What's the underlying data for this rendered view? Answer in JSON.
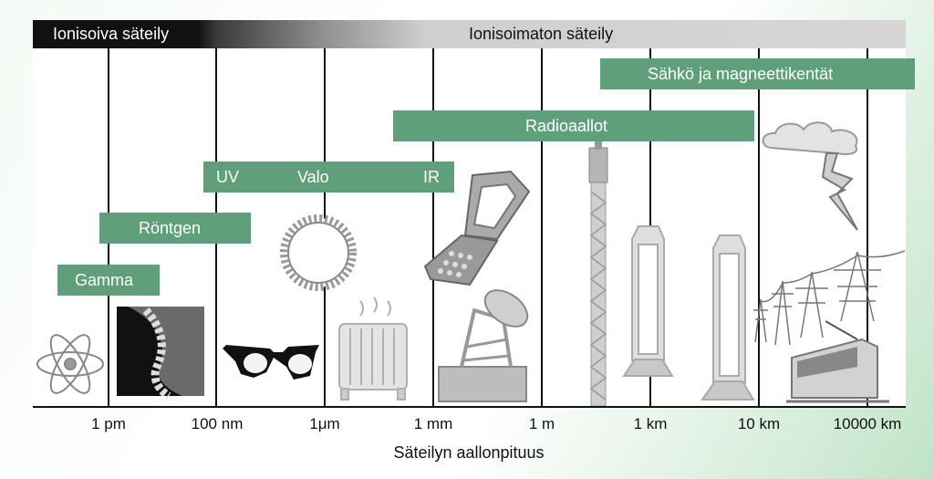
{
  "top_bar": {
    "ionizing": "Ionisoiva säteily",
    "non_ionizing": "Ionisoimaton säteily"
  },
  "bands": {
    "fields": "Sähkö ja magneettikentät",
    "radio": "Radioaallot",
    "uv": "UV",
    "visible": "Valo",
    "ir": "IR",
    "xray": "Röntgen",
    "gamma": "Gamma"
  },
  "axis": {
    "ticks": [
      "1 pm",
      "100 nm",
      "1μm",
      "1 mm",
      "1 m",
      "1 km",
      "10 km",
      "10000 km"
    ],
    "title": "Säteilyn aallonpituus"
  },
  "colors": {
    "band_green": "#5f9f7a",
    "ionizing_black": "#111111",
    "non_ionizing_gray": "#d6d6d6"
  },
  "icons": [
    "atom-icon",
    "spine-xray-icon",
    "sunglasses-icon",
    "sun-icon",
    "radiator-icon",
    "mobile-phone-icon",
    "satellite-dish-icon",
    "radio-mast-icon",
    "cell-antenna-icon",
    "power-line-icon",
    "tram-icon",
    "thundercloud-icon"
  ]
}
